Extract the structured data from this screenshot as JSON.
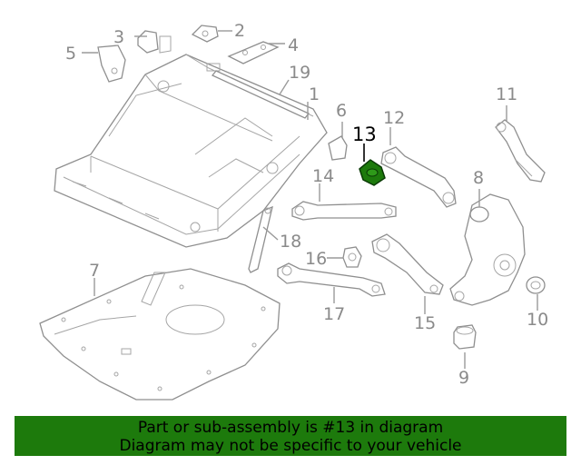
{
  "callouts": {
    "c1": "1",
    "c2": "2",
    "c3": "3",
    "c4": "4",
    "c5": "5",
    "c6": "6",
    "c7": "7",
    "c8": "8",
    "c9": "9",
    "c10": "10",
    "c11": "11",
    "c12": "12",
    "c13": "13",
    "c14": "14",
    "c15": "15",
    "c16": "16",
    "c17": "17",
    "c18": "18",
    "c19": "19"
  },
  "highlight": {
    "part": "13",
    "color": "#1d7a0c"
  },
  "banner": {
    "line1": "Part or sub-assembly is #13 in diagram",
    "line2": "Diagram may not be specific to your vehicle",
    "background": "#1d7a0c"
  }
}
